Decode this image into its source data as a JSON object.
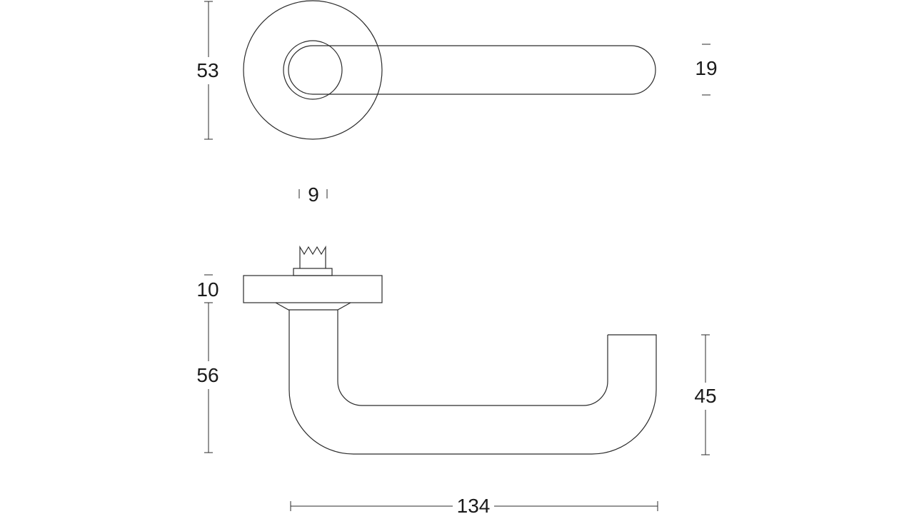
{
  "dimensions": {
    "rose_diameter": "53",
    "handle_thickness": "19",
    "spindle_width": "9",
    "rose_height": "10",
    "handle_projection": "56",
    "handle_return": "45",
    "handle_length": "134"
  }
}
